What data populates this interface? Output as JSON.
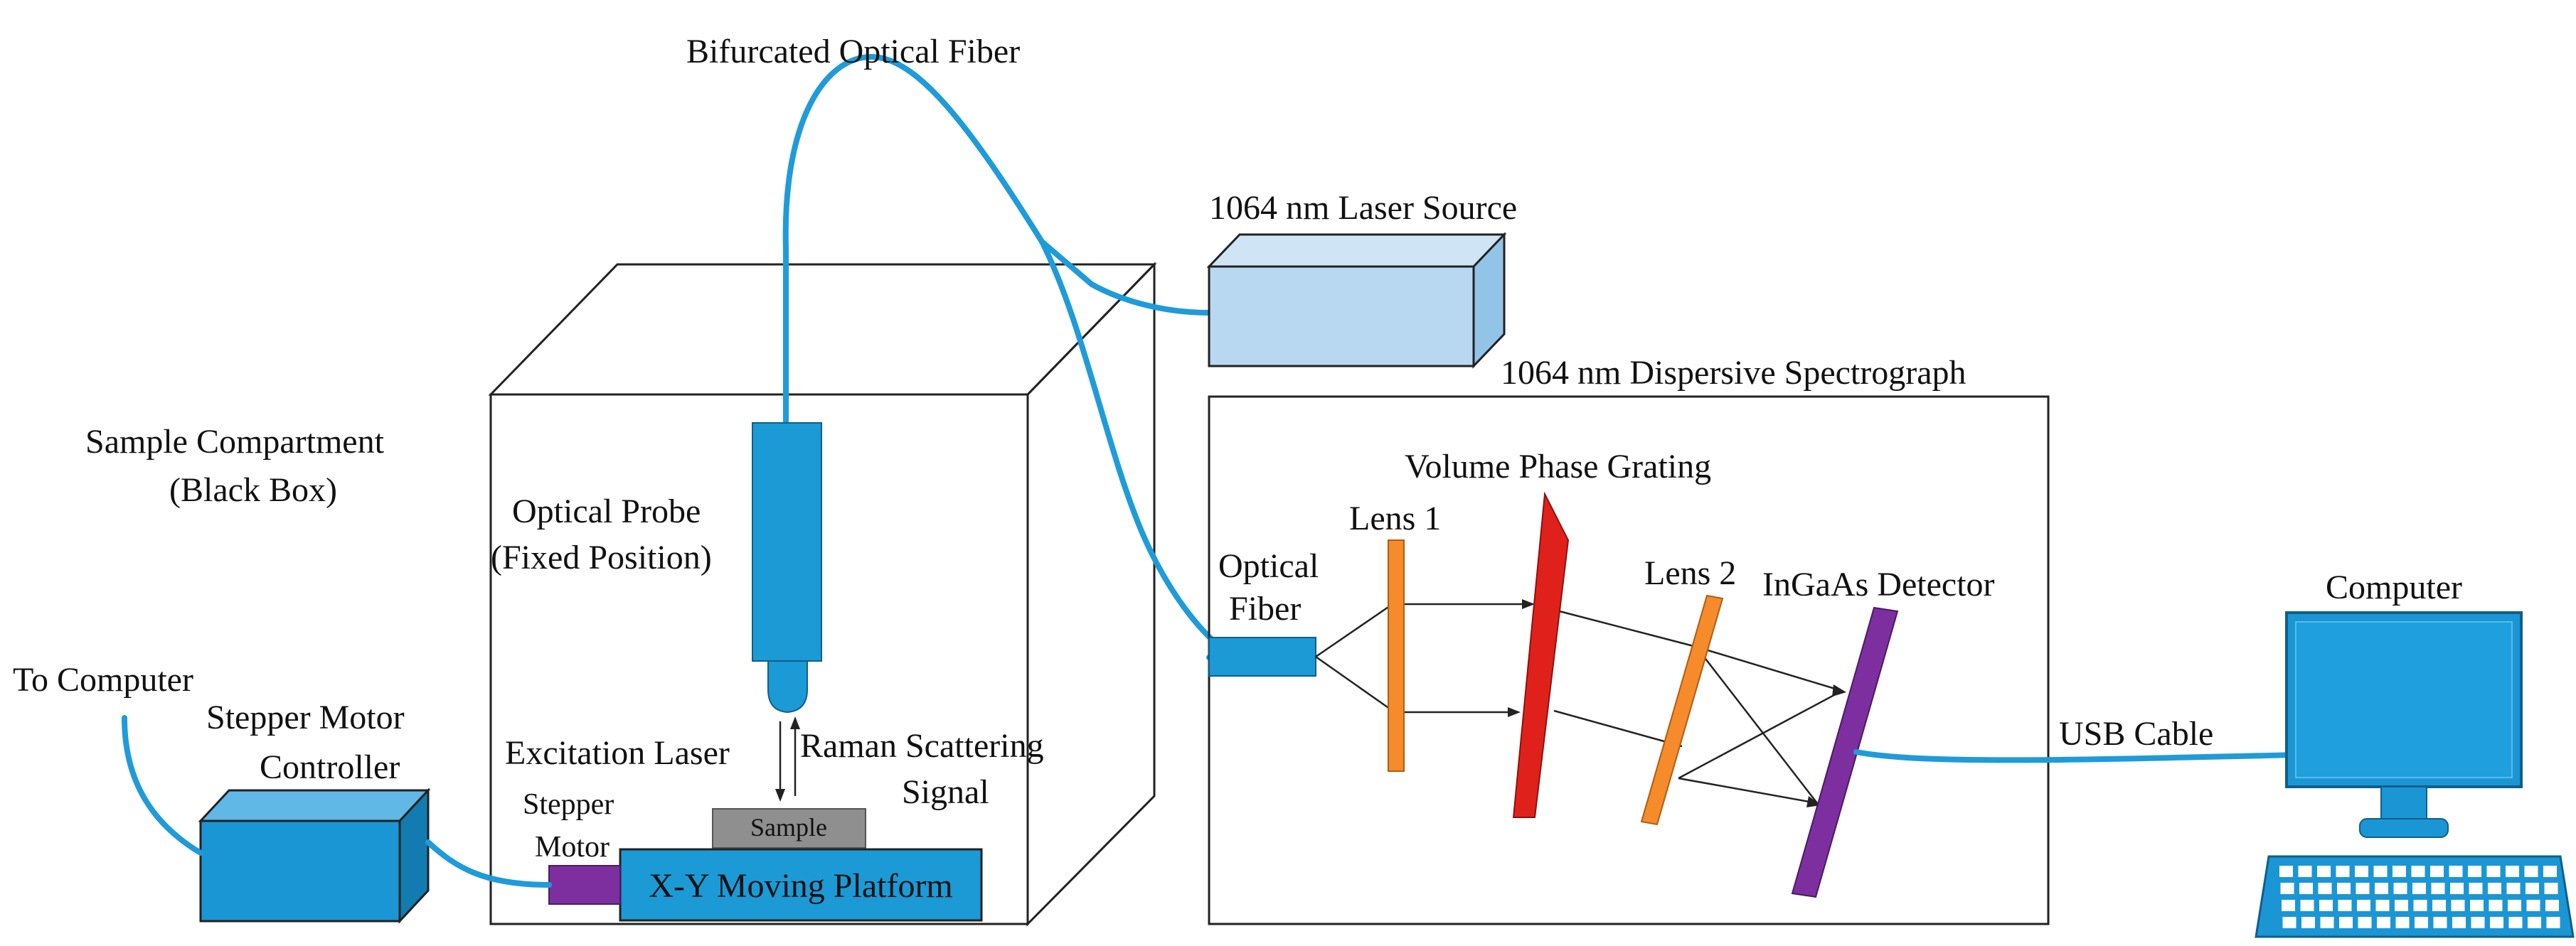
{
  "labels": {
    "bifurcated_fiber": "Bifurcated Optical Fiber",
    "laser_source": "1064 nm Laser Source",
    "spectrograph": "1064 nm Dispersive Spectrograph",
    "sample_compartment_1": "Sample Compartment",
    "sample_compartment_2": "(Black Box)",
    "optical_probe_1": "Optical Probe",
    "optical_probe_2": "(Fixed Position)",
    "to_computer": "To Computer",
    "stepper_controller_1": "Stepper Motor",
    "stepper_controller_2": "Controller",
    "excitation_laser": "Excitation Laser",
    "raman_1": "Raman Scattering",
    "raman_2": "Signal",
    "stepper_motor_1": "Stepper",
    "stepper_motor_2": "Motor",
    "sample": "Sample",
    "platform": "X-Y Moving Platform",
    "optical_fiber_1": "Optical",
    "optical_fiber_2": "Fiber",
    "lens1": "Lens 1",
    "grating": "Volume Phase Grating",
    "lens2": "Lens 2",
    "detector": "InGaAs Detector",
    "computer": "Computer",
    "usb_cable": "USB Cable"
  },
  "colors": {
    "fiber": "#1f9bd9",
    "probe": "#1b9ad6",
    "laser_box": "#b7d8f0",
    "lens": "#f58b2b",
    "grating": "#e0211b",
    "detector": "#7d2fa0",
    "stepper_motor": "#7d2fa0",
    "sample": "#8f8f8f",
    "controller": "#1b96d4"
  },
  "icons": {
    "computer": "computer-icon",
    "keyboard": "keyboard-icon"
  }
}
